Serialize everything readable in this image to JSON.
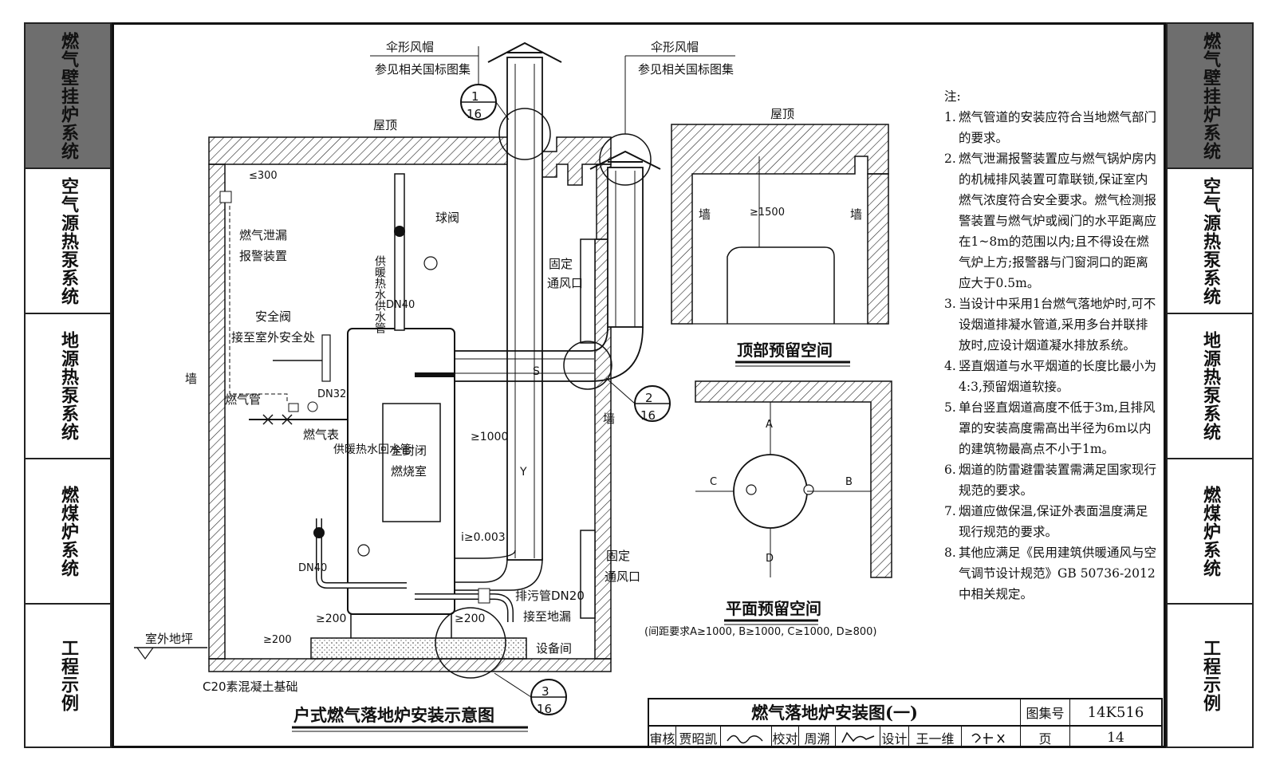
{
  "sidebar_left": {
    "tabs": [
      {
        "label": "燃气壁挂炉系统",
        "active": true
      },
      {
        "label": "空气源热泵系统",
        "active": false
      },
      {
        "label": "地源热泵系统",
        "active": false
      },
      {
        "label": "燃煤炉系统",
        "active": false
      },
      {
        "label": "工程示例",
        "active": false
      }
    ]
  },
  "sidebar_right": {
    "tabs": [
      {
        "label": "燃气壁挂炉系统",
        "active": true
      },
      {
        "label": "空气源热泵系统",
        "active": false
      },
      {
        "label": "地源热泵系统",
        "active": false
      },
      {
        "label": "燃煤炉系统",
        "active": false
      },
      {
        "label": "工程示例",
        "active": false
      }
    ]
  },
  "main_drawing": {
    "title": "户式燃气落地炉安装示意图",
    "labels": {
      "cap1": "伞形风帽",
      "cap1_ref": "参见相关国标图集",
      "cap2": "伞形风帽",
      "cap2_ref": "参见相关国标图集",
      "roof": "屋顶",
      "dim_300": "≤300",
      "gas_leak": "燃气泄漏",
      "alarm": "报警装置",
      "supply_pipe": "供暖热水供水管",
      "ball_valve": "球阀",
      "dn40_top": "DN40",
      "fixed_vent_top": "固定",
      "fixed_vent_top2": "通风口",
      "safety_valve": "安全阀",
      "safety_outdoor": "接至室外安全处",
      "wall_left": "墙",
      "gas_pipe": "燃气管",
      "dn32": "DN32",
      "gas_meter": "燃气表",
      "return_pipe": "供暖热水回水管",
      "chamber_1": "全封闭",
      "chamber_2": "燃烧室",
      "dim_1000": "≥1000",
      "slope": "i≥0.003",
      "dn40_bottom": "DN40",
      "fixed_vent_bot": "固定",
      "fixed_vent_bot2": "通风口",
      "drain": "排污管DN20",
      "drain_to": "接至地漏",
      "dim_200a": "≥200",
      "dim_200b": "≥200",
      "dim_200c": "≥200",
      "outdoor_ground": "室外地坪",
      "equip_room": "设备间",
      "concrete": "C20素混凝土基础",
      "wall_right": "墙",
      "flow_s": "S",
      "flow_y": "Y"
    },
    "callouts": [
      {
        "num": "1",
        "sheet": "16"
      },
      {
        "num": "2",
        "sheet": "16"
      },
      {
        "num": "3",
        "sheet": "16"
      }
    ]
  },
  "top_space": {
    "title": "顶部预留空间",
    "roof": "屋顶",
    "wall_left": "墙",
    "wall_right": "墙",
    "dim": "≥1500"
  },
  "plan_space": {
    "title": "平面预留空间",
    "note": "(间距要求A≥1000, B≥1000, C≥1000, D≥800)",
    "a": "A",
    "b": "B",
    "c": "C",
    "d": "D"
  },
  "notes": {
    "header": "注:",
    "items": [
      "燃气管道的安装应符合当地燃气部门的要求。",
      "燃气泄漏报警装置应与燃气锅炉房内的机械排风装置可靠联锁,保证室内燃气浓度符合安全要求。燃气检测报警装置与燃气炉或阀门的水平距离应在1~8m的范围以内;且不得设在燃气炉上方;报警器与门窗洞口的距离应大于0.5m。",
      "当设计中采用1台燃气落地炉时,可不设烟道排凝水管道,采用多台并联排放时,应设计烟道凝水排放系统。",
      "竖直烟道与水平烟道的长度比最小为4:3,预留烟道软接。",
      "单台竖直烟道高度不低于3m,且排风罩的安装高度需高出半径为6m以内的建筑物最高点不小于1m。",
      "烟道的防雷避雷装置需满足国家现行规范的要求。",
      "烟道应做保温,保证外表面温度满足现行规范的要求。",
      "其他应满足《民用建筑供暖通风与空气调节设计规范》GB 50736-2012中相关规定。"
    ]
  },
  "title_block": {
    "drawing_title": "燃气落地炉安装图(一)",
    "atlas_label": "图集号",
    "atlas_no": "14K516",
    "review_label": "审核",
    "reviewer": "贾昭凯",
    "check_label": "校对",
    "checker": "周溯",
    "design_label": "设计",
    "designer": "王一维",
    "page_label": "页",
    "page_no": "14"
  }
}
